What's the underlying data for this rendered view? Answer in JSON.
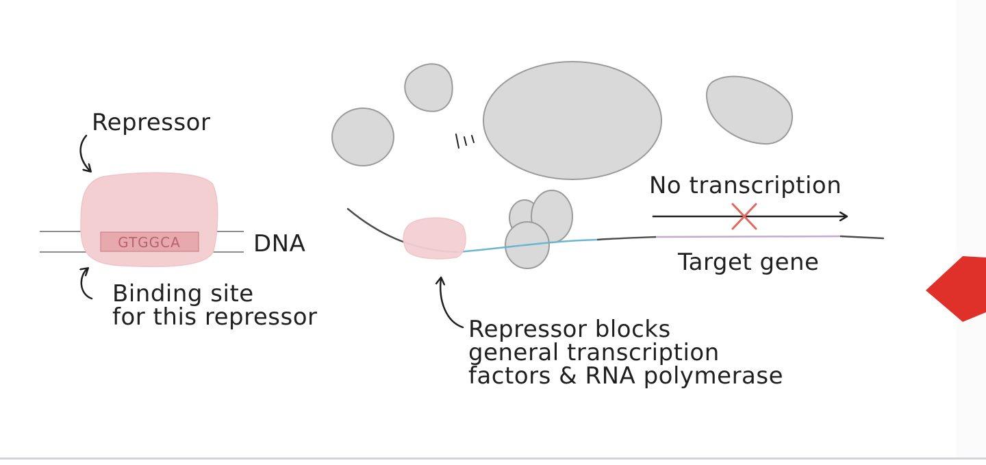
{
  "labels": {
    "repressor": "Repressor",
    "binding_sequence": "GTGGCA",
    "dna": "DNA",
    "binding_site_line1": "Binding site",
    "binding_site_line2": "for this repressor",
    "no_transcription": "No transcription",
    "target_gene": "Target gene",
    "blocks_line1": "Repressor blocks",
    "blocks_line2": "general transcription",
    "blocks_line3": "factors & RNA polymerase"
  },
  "colors": {
    "repressor_fill": "#f3cfd2",
    "binding_site_fill": "#e7a9ae",
    "protein_fill": "#d9d9d9",
    "protein_stroke": "#9a9a9a",
    "dna_line": "#8c8c8c",
    "promoter_line": "#6ab6d2",
    "gene_line": "#c5a8cf",
    "cross_mark": "#e2675e",
    "nav_arrow": "#e0302a"
  }
}
